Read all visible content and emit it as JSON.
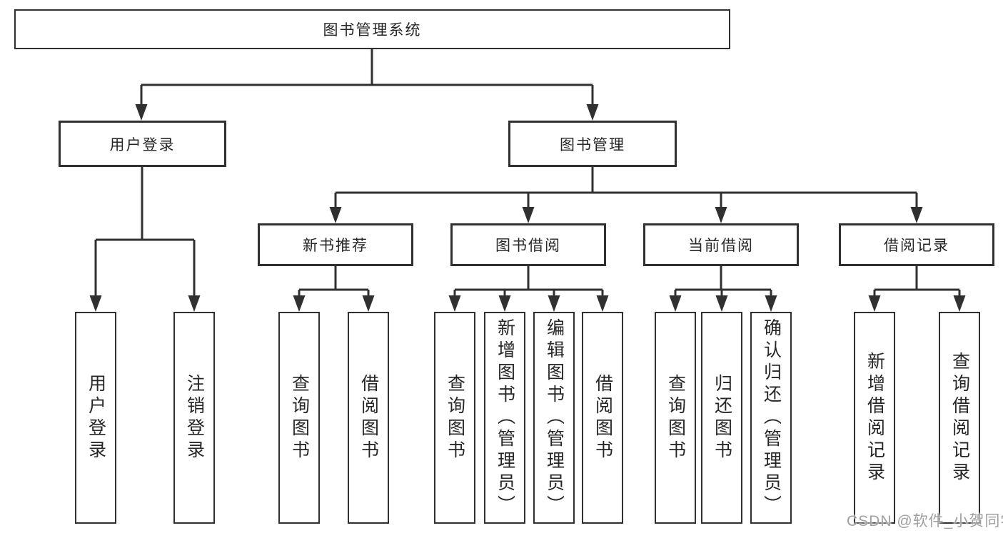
{
  "diagram": {
    "root": {
      "label": "图书管理系统"
    },
    "level2": [
      {
        "label": "用户登录"
      },
      {
        "label": "图书管理"
      }
    ],
    "level3": [
      {
        "label": "新书推荐"
      },
      {
        "label": "图书借阅"
      },
      {
        "label": "当前借阅"
      },
      {
        "label": "借阅记录"
      }
    ],
    "leaves": {
      "login": [
        "用户登录",
        "注销登录"
      ],
      "recommend": [
        "查询图书",
        "借阅图书"
      ],
      "borrow": [
        "查询图书",
        "新增图书（管理员）",
        "编辑图书（管理员）",
        "借阅图书"
      ],
      "current": [
        "查询图书",
        "归还图书",
        "确认归还（管理员）"
      ],
      "records": [
        "新增借阅记录",
        "查询借阅记录"
      ]
    }
  },
  "watermark": {
    "text": "CSDN @软件_小贺同学"
  }
}
